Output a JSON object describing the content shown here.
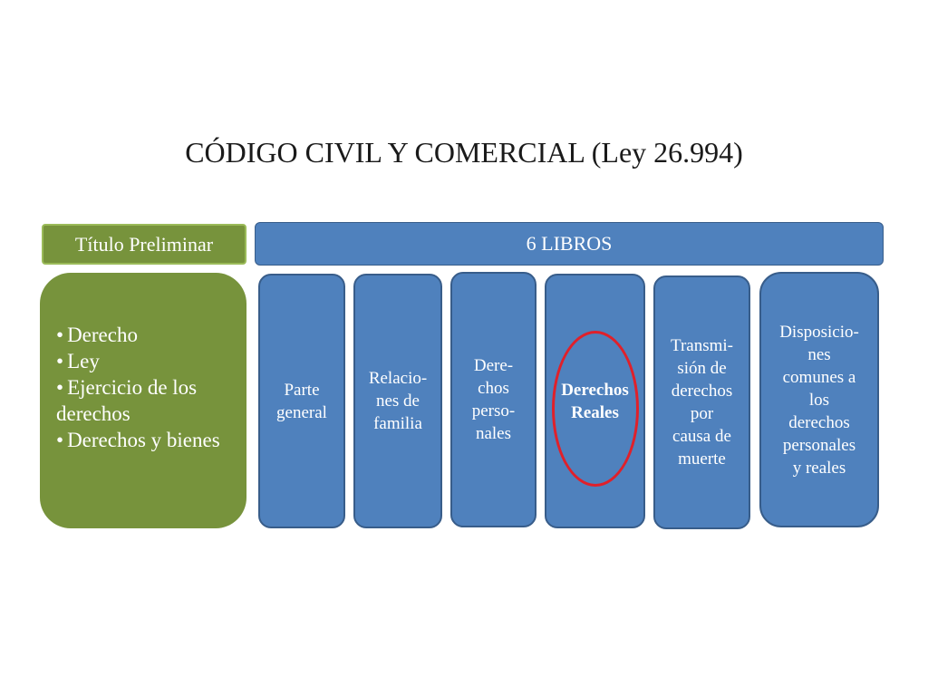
{
  "title": "CÓDIGO CIVIL Y COMERCIAL (Ley 26.994)",
  "titulo_preliminar": {
    "heading": "Título Preliminar",
    "items": [
      "Derecho",
      "Ley",
      "Ejercicio de los derechos",
      "Derechos y bienes"
    ]
  },
  "libros": {
    "heading": "6 LIBROS",
    "items": [
      {
        "label": "Parte\ngeneral"
      },
      {
        "label": "Relacio-\nnes de\nfamilia"
      },
      {
        "label": "Dere-\nchos\nperso-\nnales"
      },
      {
        "label": "Derechos\nReales",
        "highlighted": true
      },
      {
        "label": "Transmi-\nsión de\nderechos\npor\ncausa de\nmuerte"
      },
      {
        "label": "Disposicio-\nnes\ncomunes a\nlos\nderechos\npersonales\ny reales"
      }
    ]
  },
  "colors": {
    "green": "#77933c",
    "green_border": "#9bbb59",
    "blue": "#4f81bd",
    "blue_border": "#385d8a",
    "highlight_ring": "#e0202a"
  }
}
